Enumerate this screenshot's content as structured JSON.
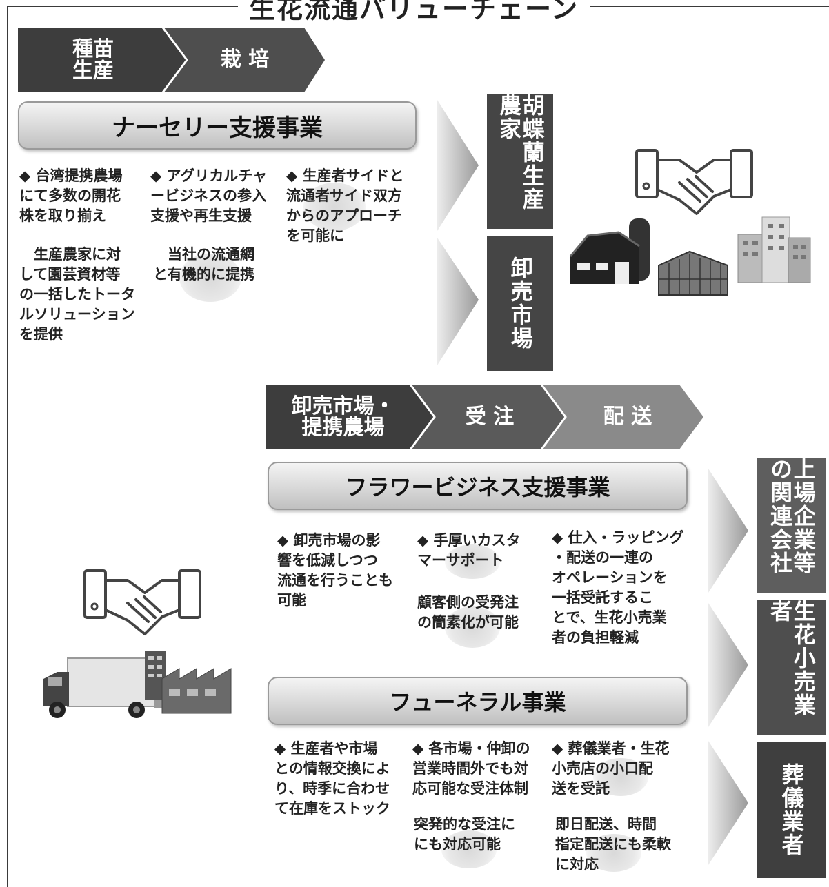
{
  "title": "生花流通バリューチェーン",
  "top_chevrons": [
    "種苗\n生産",
    "栽 培"
  ],
  "nursery": {
    "banner": "ナーセリー支援事業",
    "col1": "◆ 台湾提携農場\nにて多数の開花\n株を取り揃え",
    "col2": "◆ アグリカルチャ\nービジネスの参入\n支援や再生支援",
    "col3": "◆ 生産者サイドと\n流通者サイド双方\nからのアプローチ\nを可能に",
    "sub1": "　生産農家に対\nして園芸資材等\nの一括したトータ\nルソリューション\nを提供",
    "sub2": "　当社の流通網\nと有機的に提携"
  },
  "right_boxes_top": [
    "胡蝶蘭生産農家",
    "卸売市場"
  ],
  "mid_chevrons": [
    "卸売市場・\n提携農場",
    "受 注",
    "配 送"
  ],
  "flower": {
    "banner": "フラワービジネス支援事業",
    "col1": "◆ 卸売市場の影\n響を低減しつつ\n流通を行うことも\n可能",
    "col2": "◆ 手厚いカスタ\nマーサポート",
    "col3": "◆ 仕入・ラッピング\n・配送の一連の\nオペレーションを\n一括受託するこ\nとで、生花小売業\n者の負担軽減",
    "sub2": "顧客側の受発注\nの簡素化が可能"
  },
  "funeral": {
    "banner": "フューネラル事業",
    "col1": "◆ 生産者や市場\nとの情報交換によ\nり、時季に合わせ\nて在庫をストック",
    "col2": "◆ 各市場・仲卸の\n営業時間外でも対\n応可能な受注体制",
    "col3": "◆ 葬儀業者・生花\n小売店の小口配\n送を受託",
    "sub2": "突発的な受注に\nにも対応可能",
    "sub3": "即日配送、時間\n指定配送にも柔軟\nに対応"
  },
  "right_boxes_bottom": [
    "上場企業等の関連会社",
    "生花小売業者",
    "葬儀業者"
  ],
  "icons": [
    "handshake-icon",
    "barn-icon",
    "greenhouse-icon",
    "buildings-icon",
    "truck-icon",
    "factory-icon"
  ],
  "colors": {
    "dark": "#3f3f3f",
    "mid": "#5a5a5a",
    "light": "#8a8a8a"
  }
}
